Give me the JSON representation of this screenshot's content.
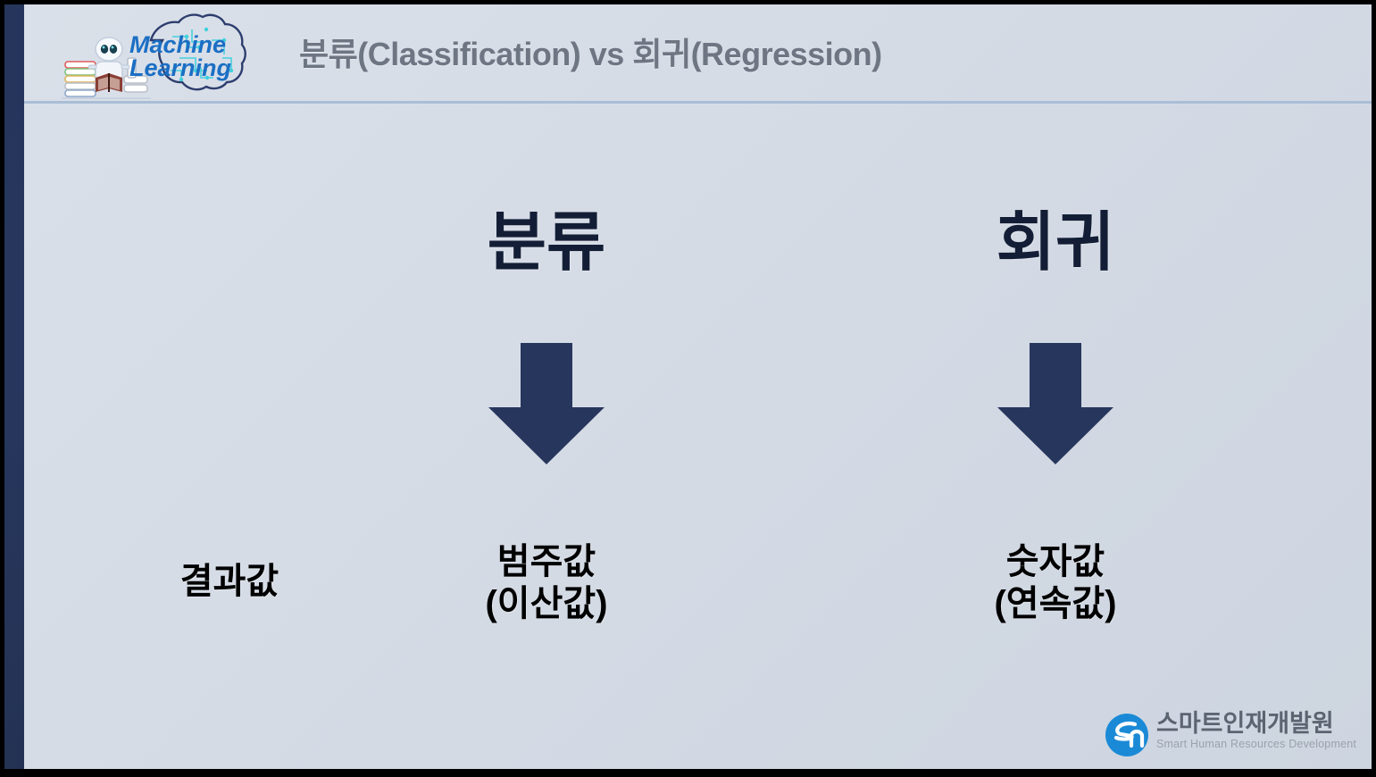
{
  "slide": {
    "title": "분류(Classification) vs 회귀(Regression)",
    "background_color": "#d5dbe5",
    "accent_bar_color": "#26355c",
    "divider_color": "#a9bdd6",
    "title_color": "#6e7683"
  },
  "brand_logo": {
    "line1": "Machine",
    "line2": "Learning",
    "icon": "machine-learning-robot-brain-logo",
    "text_color": "#1b6fc4"
  },
  "comparison": {
    "row_label": "결과값",
    "arrow_color": "#27365c",
    "heading_color": "#131e36",
    "value_color": "#000000",
    "columns": [
      {
        "heading": "분류",
        "arrow": "down-arrow-icon",
        "value": "범주값\n(이산값)"
      },
      {
        "heading": "회귀",
        "arrow": "down-arrow-icon",
        "value": "숫자값\n(연속값)"
      }
    ]
  },
  "footer_logo": {
    "mark": "sn-circle-logo",
    "mark_color": "#1b8ad6",
    "name_ko": "스마트인재개발원",
    "name_en": "Smart Human Resources Development"
  }
}
